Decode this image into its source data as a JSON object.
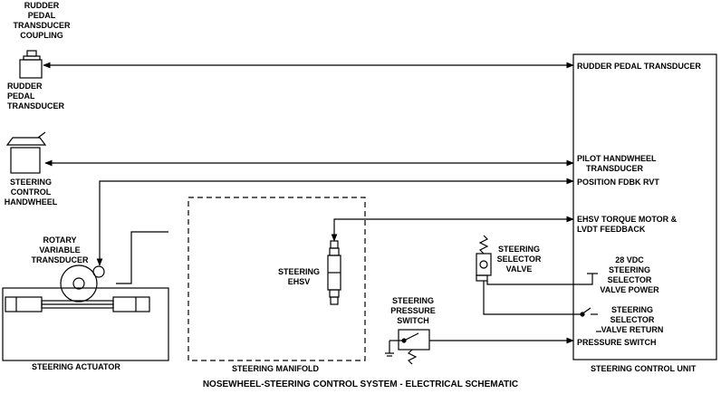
{
  "title": "NOSEWHEEL-STEERING CONTROL SYSTEM - ELECTRICAL SCHEMATIC",
  "components": {
    "coupling_label": "RUDDER\nPEDAL\nTRANSDUCER\nCOUPLING",
    "rudder_transducer_label": "RUDDER\nPEDAL\nTRANSDUCER",
    "handwheel_label": "STEERING\nCONTROL\nHANDWHEEL",
    "rvt_label": "ROTARY\nVARIABLE\nTRANSDUCER",
    "actuator_label": "STEERING ACTUATOR",
    "ehsv_label": "STEERING\nEHSV",
    "manifold_label": "STEERING MANIFOLD",
    "selector_valve_label": "STEERING\nSELECTOR\nVALVE",
    "pressure_switch_label": "STEERING\nPRESSURE\nSWITCH"
  },
  "control_unit": {
    "name": "STEERING CONTROL UNIT",
    "inputs": {
      "rudder": "RUDDER PEDAL TRANSDUCER",
      "handwheel": "PILOT HANDWHEEL\n    TRANSDUCER",
      "position": "POSITION FDBK RVT",
      "ehsv": "EHSV TORQUE MOTOR &\nLVDT FEEDBACK",
      "valve_power": "28 VDC\nSTEERING\nSELECTOR\nVALVE POWER",
      "valve_return": "STEERING\nSELECTOR\nVALVE RETURN",
      "pressure": "PRESSURE SWITCH"
    }
  }
}
